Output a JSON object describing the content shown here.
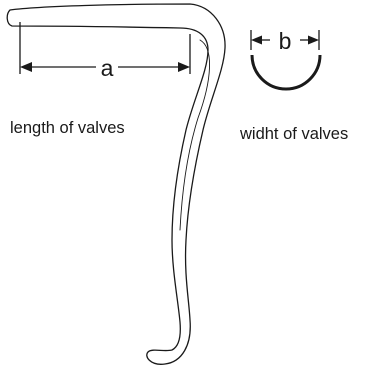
{
  "diagram": {
    "dimension_labels": {
      "length": "a",
      "width": "b"
    },
    "captions": {
      "length": "length of valves",
      "width": "widht of valves"
    },
    "colors": {
      "stroke": "#1a1a1a",
      "background": "#ffffff"
    }
  }
}
